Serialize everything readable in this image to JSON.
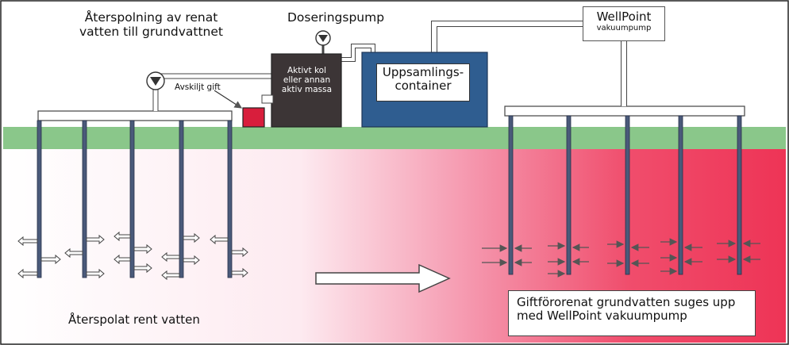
{
  "labels": {
    "aterspolning": "Återspolning av renat\nvatten till grundvattnet",
    "doseringspump": "Doseringspump",
    "wellpoint_title": "WellPoint",
    "wellpoint_sub": "vakuumpump",
    "avskiljt_gift": "Avskiljt gift",
    "aktivt_kol": "Aktivt kol\neller annan\naktiv massa",
    "uppsamlingscontainer": "Uppsamlings-\ncontainer",
    "aterspolat": "Återspolat rent vatten",
    "giftfororenat": "Giftförorenat grundvatten suges upp\nmed WellPoint vakuumpump"
  },
  "colors": {
    "ground": "#8ac78a",
    "soil_right": "#f03a5a",
    "pipe": "#4a5a7a",
    "tank_dark": "#3c3536",
    "container_blue": "#2f5d90",
    "red_box": "#d81e3c"
  }
}
